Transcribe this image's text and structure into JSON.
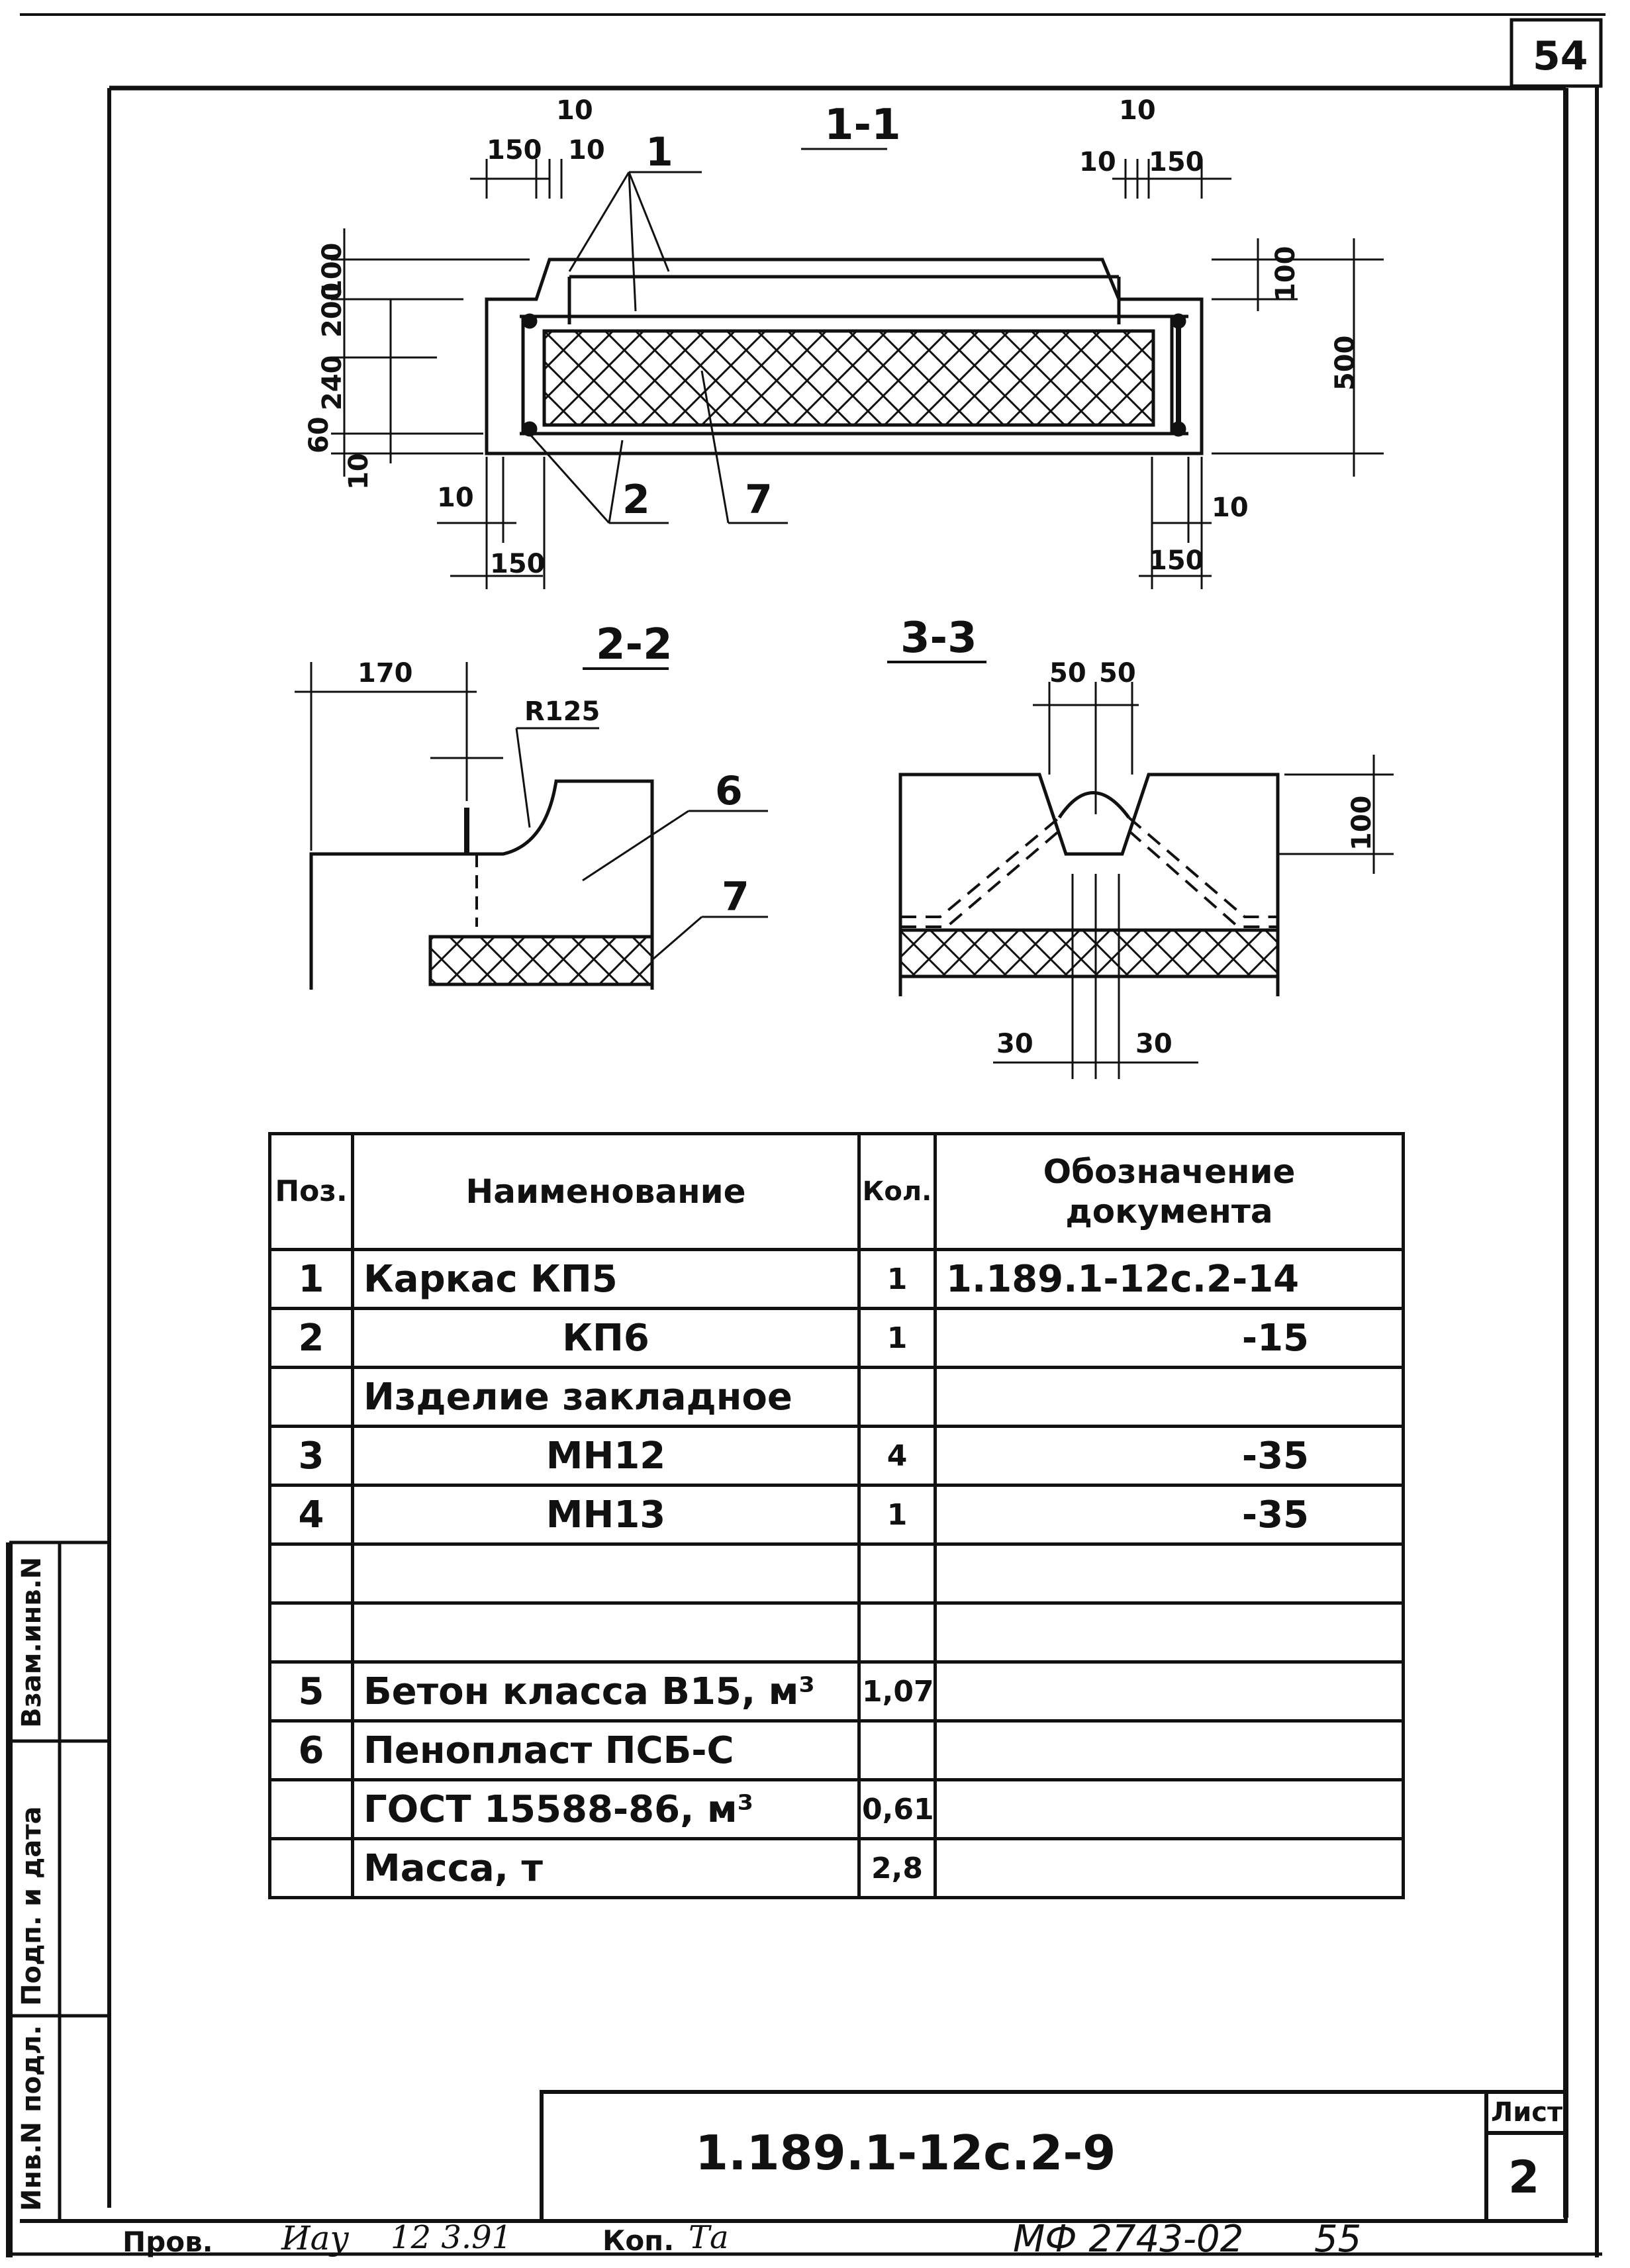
{
  "sheet_number_top": "54",
  "sections": {
    "s1": "1-1",
    "s2": "2-2",
    "s3": "3-3"
  },
  "dims": {
    "d10a": "10",
    "d150a": "150",
    "d10b": "10",
    "d10c": "10",
    "d10d": "10",
    "d150b": "150",
    "d100a": "100",
    "d200": "200",
    "d240": "240",
    "d60": "60",
    "d10e": "10",
    "d100b": "100",
    "d500": "500",
    "d10f": "10",
    "d150c": "150",
    "d10g": "10",
    "d150d": "150",
    "d170": "170",
    "r125": "R125",
    "d50a": "50",
    "d50b": "50",
    "d100c": "100",
    "d30a": "30",
    "d30b": "30"
  },
  "callouts": {
    "p1": "1",
    "p2": "2",
    "p7a": "7",
    "p6": "6",
    "p7b": "7"
  },
  "table": {
    "headers": {
      "pos": "Поз.",
      "name": "Наименование",
      "qty": "Кол.",
      "doc_line1": "Обозначение",
      "doc_line2": "документа"
    },
    "rows": [
      {
        "pos": "1",
        "name": "Каркас КП5",
        "qty": "1",
        "doc": "1.189.1-12с.2-14"
      },
      {
        "pos": "2",
        "name": "КП6",
        "qty": "1",
        "doc": "-15"
      },
      {
        "pos": "",
        "name": "Изделие закладное",
        "qty": "",
        "doc": ""
      },
      {
        "pos": "3",
        "name": "МН12",
        "qty": "4",
        "doc": "-35"
      },
      {
        "pos": "4",
        "name": "МН13",
        "qty": "1",
        "doc": "-35"
      },
      {
        "pos": "",
        "name": "",
        "qty": "",
        "doc": ""
      },
      {
        "pos": "",
        "name": "",
        "qty": "",
        "doc": ""
      },
      {
        "pos": "5",
        "name": "Бетон класса В15, м³",
        "qty": "1,07",
        "doc": ""
      },
      {
        "pos": "6",
        "name": "Пенопласт ПСБ-С",
        "qty": "",
        "doc": ""
      },
      {
        "pos": "",
        "name": "ГОСТ 15588-86, м³",
        "qty": "0,61",
        "doc": ""
      },
      {
        "pos": "",
        "name": "Масса, т",
        "qty": "2,8",
        "doc": ""
      }
    ]
  },
  "side_labels": {
    "vzam": "Взам.инв.N",
    "podp": "Подп. и дата",
    "inv": "Инв.N подл."
  },
  "title_block": {
    "designation": "1.189.1-12с.2-9",
    "sheet_label": "Лист",
    "sheet_number": "2"
  },
  "footer": {
    "prov": "Пров.",
    "signature": "Иау",
    "date": "12 3.91",
    "kop": "Коп.",
    "kop_sign": "Та",
    "archive": "МФ 2743-02",
    "page": "55"
  }
}
